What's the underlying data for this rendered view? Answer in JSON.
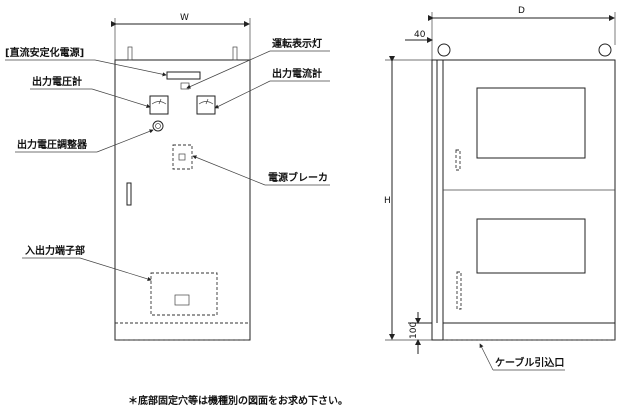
{
  "front_view": {
    "width_dim": "W",
    "labels": {
      "dc_power": "[直流安定化電源]",
      "run_lamp": "運転表示灯",
      "voltmeter": "出力電圧計",
      "ammeter": "出力電流計",
      "voltage_adjuster": "出力電圧調整器",
      "breaker": "電源ブレーカ",
      "terminal": "入出力端子部"
    }
  },
  "side_view": {
    "depth_dim": "D",
    "height_dim": "H",
    "offset_dim": "40",
    "base_dim": "100",
    "cable_label": "ケーブル引込口"
  },
  "note": "＊底部固定穴等は機種別の図面をお求め下さい。"
}
